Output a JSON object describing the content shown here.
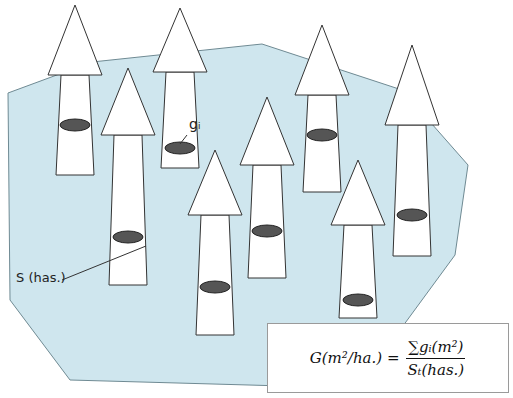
{
  "diagram": {
    "nodes": [
      {
        "text": [
          "G(m²/ha.) =",
          "∑gᵢ(m²)",
          "Sₜ(has.)"
        ]
      }
    ],
    "labels": [
      "gᵢ",
      "S (has.)"
    ]
  }
}
